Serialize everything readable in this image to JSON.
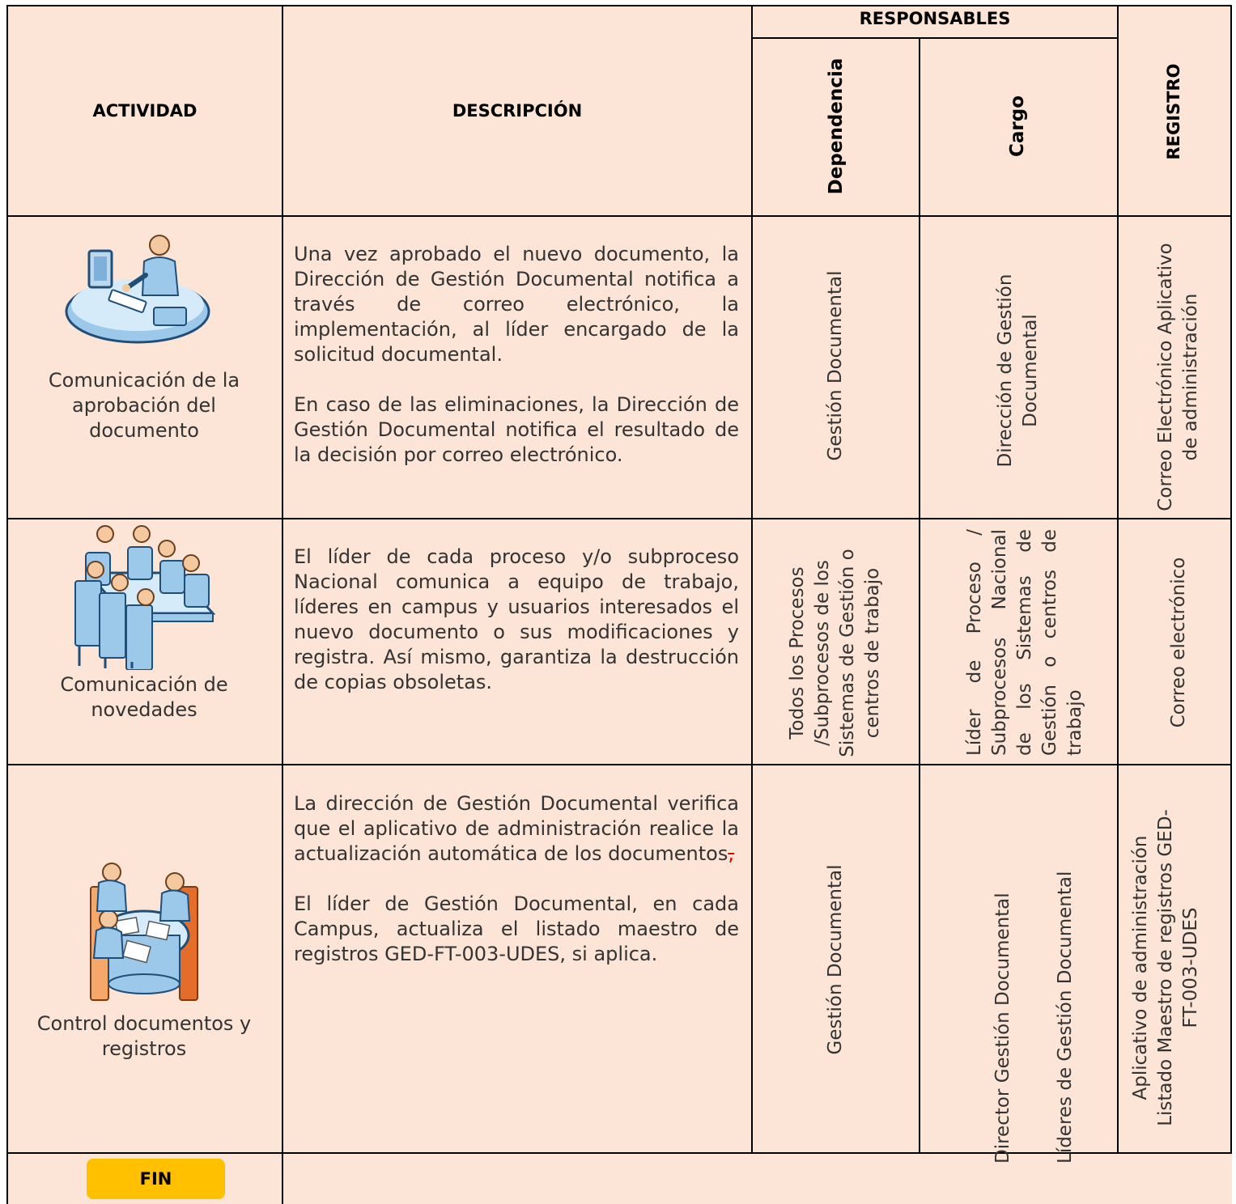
{
  "header": {
    "actividad": "ACTIVIDAD",
    "descripcion": "DESCRIPCIÓN",
    "responsables": "RESPONSABLES",
    "dependencia": "Dependencia",
    "cargo": "Cargo",
    "registro": "REGISTRO"
  },
  "rows": [
    {
      "activity": "Comunicación de la aprobación del documento",
      "icon": "person-at-computer-icon",
      "description": [
        "Una vez aprobado el nuevo documento, la Dirección de Gestión Documental notifica a través de correo electrónico, la implementación, al líder encargado de la solicitud documental.",
        "En caso de las eliminaciones, la Dirección de Gestión Documental notifica el resultado de la decisión por correo electrónico."
      ],
      "dependencia": "Gestión Documental",
      "cargo": "Dirección de Gestión Documental",
      "registro": "Correo Electrónico Aplicativo de administración"
    },
    {
      "activity": "Comunicación de novedades",
      "icon": "meeting-table-icon",
      "description": [
        "El líder de cada proceso y/o subproceso Nacional comunica a equipo de trabajo, líderes en campus y usuarios interesados el nuevo documento o sus modificaciones y registra. Así mismo, garantiza la destrucción de copias obsoletas."
      ],
      "dependencia": "Todos los Procesos /Subprocesos de los Sistemas de Gestión o centros de trabajo",
      "cargo": "Líder de Proceso / Subprocesos Nacional de los Sistemas de Gestión o centros de trabajo",
      "registro": "Correo electrónico"
    },
    {
      "activity": "Control documentos y registros",
      "icon": "people-reviewing-documents-icon",
      "description": [
        "La dirección de Gestión Documental verifica que el aplicativo de administración realice la actualización automática de los documentos",
        "El líder de Gestión Documental, en cada Campus, actualiza el listado maestro de registros GED-FT-003-UDES, si aplica."
      ],
      "dependencia": "Gestión Documental",
      "cargo_lines": [
        "Director Gestión Documental",
        "Líderes de Gestión Documental"
      ],
      "registro": "Aplicativo de administración Listado Maestro de registros GED-FT-003-UDES"
    }
  ],
  "fin": {
    "label": "FIN"
  },
  "colors": {
    "cell_bg": "#fce4d6",
    "fin_bg": "#ffc000",
    "border": "#000000"
  }
}
